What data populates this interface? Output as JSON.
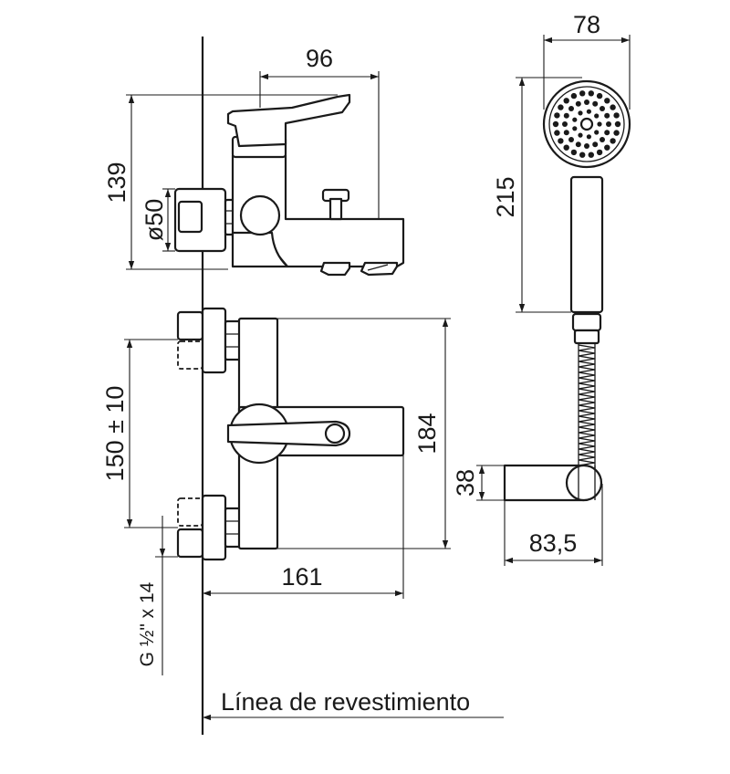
{
  "dimensions": {
    "spout_length": "96",
    "height": "139",
    "diameter": "ø50",
    "inlet_spacing": "150 ± 10",
    "body_height": "184",
    "projection": "161",
    "connection": "G ½\" x 14",
    "shower_width": "78",
    "shower_length": "215",
    "holder_height": "38",
    "holder_projection": "83,5"
  },
  "wall_line_label": "Línea de revestimiento",
  "colors": {
    "line": "#1a1a1a",
    "background": "#ffffff"
  }
}
